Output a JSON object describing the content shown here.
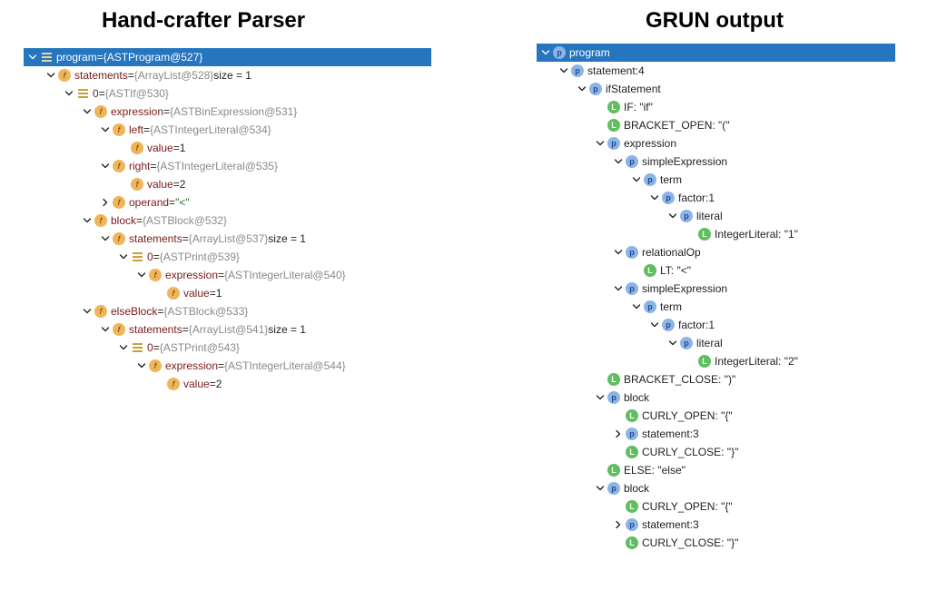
{
  "left_title": "Hand-crafter Parser",
  "right_title": "GRUN output",
  "left_tree": [
    {
      "depth": 0,
      "toggle": "down",
      "icon": "arr",
      "icon_name": "array-icon",
      "name": "program",
      "sep": " = ",
      "value": "{ASTProgram@527}",
      "extra": "",
      "selected": true
    },
    {
      "depth": 1,
      "toggle": "down",
      "icon": "field",
      "icon_name": "field-icon",
      "name": "statements",
      "sep": " = ",
      "value": "{ArrayList@528}",
      "extra": "  size = 1",
      "selected": false
    },
    {
      "depth": 2,
      "toggle": "down",
      "icon": "arr",
      "icon_name": "array-icon",
      "name": "0",
      "sep": " = ",
      "value": "{ASTIf@530}",
      "extra": "",
      "selected": false
    },
    {
      "depth": 3,
      "toggle": "down",
      "icon": "field",
      "icon_name": "field-icon",
      "name": "expression",
      "sep": " = ",
      "value": "{ASTBinExpression@531}",
      "extra": "",
      "selected": false
    },
    {
      "depth": 4,
      "toggle": "down",
      "icon": "field",
      "icon_name": "field-icon",
      "name": "left",
      "sep": " = ",
      "value": "{ASTIntegerLiteral@534}",
      "extra": "",
      "selected": false
    },
    {
      "depth": 5,
      "toggle": "none",
      "icon": "field",
      "icon_name": "field-icon",
      "name": "value",
      "sep": " = ",
      "value": "1",
      "extra": "",
      "selected": false
    },
    {
      "depth": 4,
      "toggle": "down",
      "icon": "field",
      "icon_name": "field-icon",
      "name": "right",
      "sep": " = ",
      "value": "{ASTIntegerLiteral@535}",
      "extra": "",
      "selected": false
    },
    {
      "depth": 5,
      "toggle": "none",
      "icon": "field",
      "icon_name": "field-icon",
      "name": "value",
      "sep": " = ",
      "value": "2",
      "extra": "",
      "selected": false
    },
    {
      "depth": 4,
      "toggle": "right",
      "icon": "field",
      "icon_name": "field-icon",
      "name": "operand",
      "sep": " = ",
      "value": "\"<\"",
      "extra": "",
      "selected": false
    },
    {
      "depth": 3,
      "toggle": "down",
      "icon": "field",
      "icon_name": "field-icon",
      "name": "block",
      "sep": " = ",
      "value": "{ASTBlock@532}",
      "extra": "",
      "selected": false
    },
    {
      "depth": 4,
      "toggle": "down",
      "icon": "field",
      "icon_name": "field-icon",
      "name": "statements",
      "sep": " = ",
      "value": "{ArrayList@537}",
      "extra": "  size = 1",
      "selected": false
    },
    {
      "depth": 5,
      "toggle": "down",
      "icon": "arr",
      "icon_name": "array-icon",
      "name": "0",
      "sep": " = ",
      "value": "{ASTPrint@539}",
      "extra": "",
      "selected": false
    },
    {
      "depth": 6,
      "toggle": "down",
      "icon": "field",
      "icon_name": "field-icon",
      "name": "expression",
      "sep": " = ",
      "value": "{ASTIntegerLiteral@540}",
      "extra": "",
      "selected": false
    },
    {
      "depth": 7,
      "toggle": "none",
      "icon": "field",
      "icon_name": "field-icon",
      "name": "value",
      "sep": " = ",
      "value": "1",
      "extra": "",
      "selected": false
    },
    {
      "depth": 3,
      "toggle": "down",
      "icon": "field",
      "icon_name": "field-icon",
      "name": "elseBlock",
      "sep": " = ",
      "value": "{ASTBlock@533}",
      "extra": "",
      "selected": false
    },
    {
      "depth": 4,
      "toggle": "down",
      "icon": "field",
      "icon_name": "field-icon",
      "name": "statements",
      "sep": " = ",
      "value": "{ArrayList@541}",
      "extra": "  size = 1",
      "selected": false
    },
    {
      "depth": 5,
      "toggle": "down",
      "icon": "arr",
      "icon_name": "array-icon",
      "name": "0",
      "sep": " = ",
      "value": "{ASTPrint@543}",
      "extra": "",
      "selected": false
    },
    {
      "depth": 6,
      "toggle": "down",
      "icon": "field",
      "icon_name": "field-icon",
      "name": "expression",
      "sep": " = ",
      "value": "{ASTIntegerLiteral@544}",
      "extra": "",
      "selected": false
    },
    {
      "depth": 7,
      "toggle": "none",
      "icon": "field",
      "icon_name": "field-icon",
      "name": "value",
      "sep": " = ",
      "value": "2",
      "extra": "",
      "selected": false
    }
  ],
  "right_tree": [
    {
      "depth": 0,
      "toggle": "down",
      "icon": "rule",
      "icon_name": "parser-rule-icon",
      "glyph": "p",
      "label": "program",
      "selected": true
    },
    {
      "depth": 1,
      "toggle": "down",
      "icon": "rule",
      "icon_name": "parser-rule-icon",
      "glyph": "p",
      "label": "statement:4",
      "selected": false
    },
    {
      "depth": 2,
      "toggle": "down",
      "icon": "rule",
      "icon_name": "parser-rule-icon",
      "glyph": "p",
      "label": "ifStatement",
      "selected": false
    },
    {
      "depth": 3,
      "toggle": "none",
      "icon": "lex",
      "icon_name": "lexer-token-icon",
      "glyph": "L",
      "label": "IF: \"if\"",
      "selected": false
    },
    {
      "depth": 3,
      "toggle": "none",
      "icon": "lex",
      "icon_name": "lexer-token-icon",
      "glyph": "L",
      "label": "BRACKET_OPEN: \"(\"",
      "selected": false
    },
    {
      "depth": 3,
      "toggle": "down",
      "icon": "rule",
      "icon_name": "parser-rule-icon",
      "glyph": "p",
      "label": "expression",
      "selected": false
    },
    {
      "depth": 4,
      "toggle": "down",
      "icon": "rule",
      "icon_name": "parser-rule-icon",
      "glyph": "p",
      "label": "simpleExpression",
      "selected": false
    },
    {
      "depth": 5,
      "toggle": "down",
      "icon": "rule",
      "icon_name": "parser-rule-icon",
      "glyph": "p",
      "label": "term",
      "selected": false
    },
    {
      "depth": 6,
      "toggle": "down",
      "icon": "rule",
      "icon_name": "parser-rule-icon",
      "glyph": "p",
      "label": "factor:1",
      "selected": false
    },
    {
      "depth": 7,
      "toggle": "down",
      "icon": "rule",
      "icon_name": "parser-rule-icon",
      "glyph": "p",
      "label": "literal",
      "selected": false
    },
    {
      "depth": 8,
      "toggle": "none",
      "icon": "lex",
      "icon_name": "lexer-token-icon",
      "glyph": "L",
      "label": "IntegerLiteral: \"1\"",
      "selected": false
    },
    {
      "depth": 4,
      "toggle": "down",
      "icon": "rule",
      "icon_name": "parser-rule-icon",
      "glyph": "p",
      "label": "relationalOp",
      "selected": false
    },
    {
      "depth": 5,
      "toggle": "none",
      "icon": "lex",
      "icon_name": "lexer-token-icon",
      "glyph": "L",
      "label": "LT: \"<\"",
      "selected": false
    },
    {
      "depth": 4,
      "toggle": "down",
      "icon": "rule",
      "icon_name": "parser-rule-icon",
      "glyph": "p",
      "label": "simpleExpression",
      "selected": false
    },
    {
      "depth": 5,
      "toggle": "down",
      "icon": "rule",
      "icon_name": "parser-rule-icon",
      "glyph": "p",
      "label": "term",
      "selected": false
    },
    {
      "depth": 6,
      "toggle": "down",
      "icon": "rule",
      "icon_name": "parser-rule-icon",
      "glyph": "p",
      "label": "factor:1",
      "selected": false
    },
    {
      "depth": 7,
      "toggle": "down",
      "icon": "rule",
      "icon_name": "parser-rule-icon",
      "glyph": "p",
      "label": "literal",
      "selected": false
    },
    {
      "depth": 8,
      "toggle": "none",
      "icon": "lex",
      "icon_name": "lexer-token-icon",
      "glyph": "L",
      "label": "IntegerLiteral: \"2\"",
      "selected": false
    },
    {
      "depth": 3,
      "toggle": "none",
      "icon": "lex",
      "icon_name": "lexer-token-icon",
      "glyph": "L",
      "label": "BRACKET_CLOSE: \")\"",
      "selected": false
    },
    {
      "depth": 3,
      "toggle": "down",
      "icon": "rule",
      "icon_name": "parser-rule-icon",
      "glyph": "p",
      "label": "block",
      "selected": false
    },
    {
      "depth": 4,
      "toggle": "none",
      "icon": "lex",
      "icon_name": "lexer-token-icon",
      "glyph": "L",
      "label": "CURLY_OPEN: \"{\"",
      "selected": false
    },
    {
      "depth": 4,
      "toggle": "right",
      "icon": "rule",
      "icon_name": "parser-rule-icon",
      "glyph": "p",
      "label": "statement:3",
      "selected": false
    },
    {
      "depth": 4,
      "toggle": "none",
      "icon": "lex",
      "icon_name": "lexer-token-icon",
      "glyph": "L",
      "label": "CURLY_CLOSE: \"}\"",
      "selected": false
    },
    {
      "depth": 3,
      "toggle": "none",
      "icon": "lex",
      "icon_name": "lexer-token-icon",
      "glyph": "L",
      "label": "ELSE: \"else\"",
      "selected": false
    },
    {
      "depth": 3,
      "toggle": "down",
      "icon": "rule",
      "icon_name": "parser-rule-icon",
      "glyph": "p",
      "label": "block",
      "selected": false
    },
    {
      "depth": 4,
      "toggle": "none",
      "icon": "lex",
      "icon_name": "lexer-token-icon",
      "glyph": "L",
      "label": "CURLY_OPEN: \"{\"",
      "selected": false
    },
    {
      "depth": 4,
      "toggle": "right",
      "icon": "rule",
      "icon_name": "parser-rule-icon",
      "glyph": "p",
      "label": "statement:3",
      "selected": false
    },
    {
      "depth": 4,
      "toggle": "none",
      "icon": "lex",
      "icon_name": "lexer-token-icon",
      "glyph": "L",
      "label": "CURLY_CLOSE: \"}\"",
      "selected": false
    }
  ],
  "colors": {
    "selection": "#2675bf",
    "field_icon": "#f0b45a",
    "rule_icon": "#8cb4e6",
    "lexer_icon": "#5fbf5f",
    "field_name": "#7a1a1a",
    "dim_value": "#8a8a8a"
  }
}
